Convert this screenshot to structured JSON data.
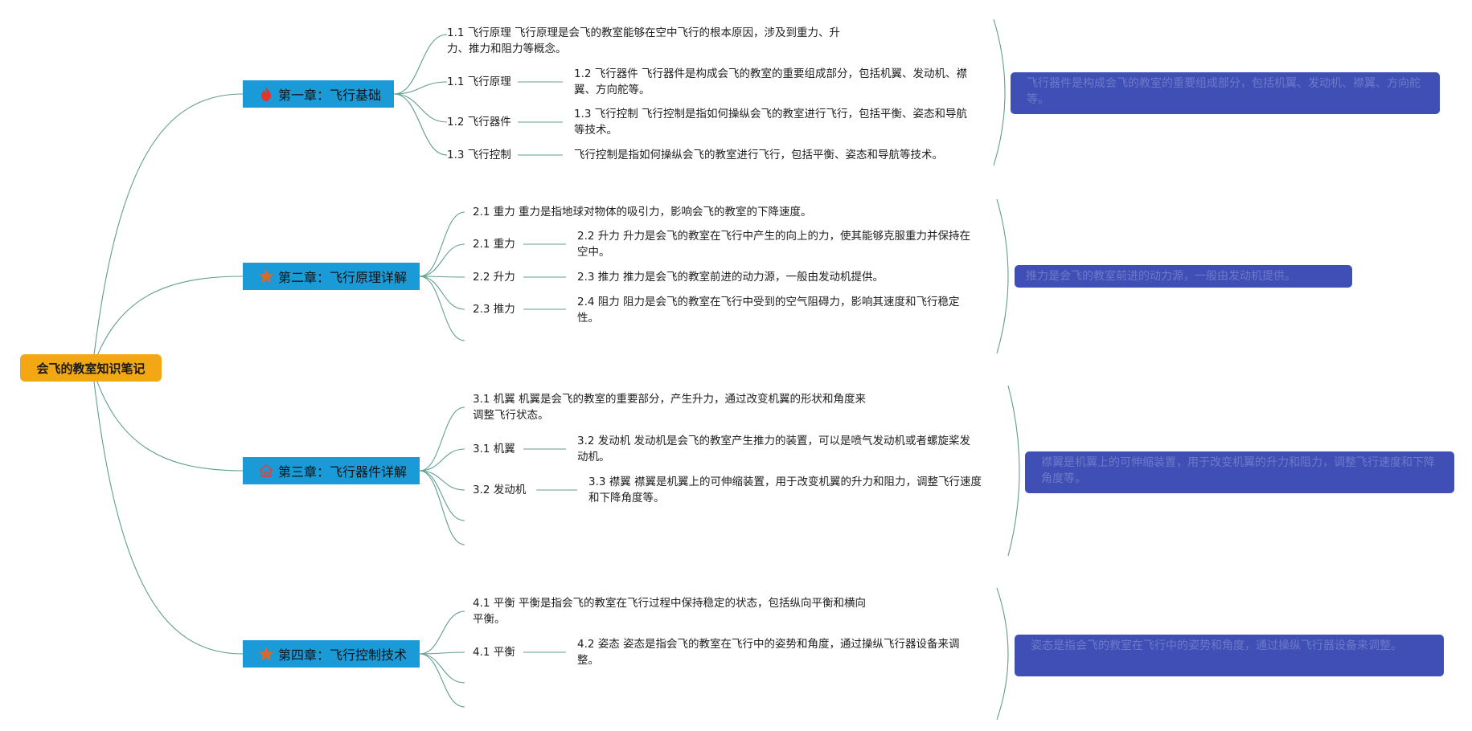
{
  "root": {
    "label": "会飞的教室知识笔记"
  },
  "chapters": [
    {
      "title": "第一章：飞行基础",
      "icon": "flame-icon",
      "topics": [
        "1.1 飞行原理 飞行原理是会飞的教室能够在空中飞行的根本原因，涉及到重力、升力、推力和阻力等概念。",
        "1.1 飞行原理",
        "1.2 飞行器件",
        "1.3 飞行控制"
      ],
      "details": [
        "1.2 飞行器件 飞行器件是构成会飞的教室的重要组成部分，包括机翼、发动机、襟翼、方向舵等。",
        "1.3 飞行控制 飞行控制是指如何操纵会飞的教室进行飞行，包括平衡、姿态和导航等技术。",
        "飞行控制是指如何操纵会飞的教室进行飞行，包括平衡、姿态和导航等技术。"
      ],
      "summary": "飞行器件是构成会飞的教室的重要组成部分，包括机翼、发动机、襟翼、方向舵等。"
    },
    {
      "title": "第二章：飞行原理详解",
      "icon": "star-icon",
      "topics": [
        "2.1 重力 重力是指地球对物体的吸引力，影响会飞的教室的下降速度。",
        "2.1 重力",
        "2.2 升力",
        "2.3 推力"
      ],
      "details": [
        "2.2 升力 升力是会飞的教室在飞行中产生的向上的力，使其能够克服重力并保持在空中。",
        "2.3 推力 推力是会飞的教室前进的动力源，一般由发动机提供。",
        "2.4 阻力 阻力是会飞的教室在飞行中受到的空气阻碍力，影响其速度和飞行稳定性。"
      ],
      "summary": "推力是会飞的教室前进的动力源，一般由发动机提供。"
    },
    {
      "title": "第三章：飞行器件详解",
      "icon": "house-icon",
      "topics": [
        "3.1 机翼 机翼是会飞的教室的重要部分，产生升力，通过改变机翼的形状和角度来调整飞行状态。",
        "3.1 机翼",
        "3.2 发动机"
      ],
      "details": [
        "3.2 发动机 发动机是会飞的教室产生推力的装置，可以是喷气发动机或者螺旋桨发动机。",
        "3.3 襟翼 襟翼是机翼上的可伸缩装置，用于改变机翼的升力和阻力，调整飞行速度和下降角度等。"
      ],
      "summary": "襟翼是机翼上的可伸缩装置，用于改变机翼的升力和阻力，调整飞行速度和下降角度等。"
    },
    {
      "title": "第四章：飞行控制技术",
      "icon": "star-icon",
      "topics": [
        "4.1 平衡 平衡是指会飞的教室在飞行过程中保持稳定的状态，包括纵向平衡和横向平衡。",
        "4.1 平衡"
      ],
      "details": [
        "4.2 姿态 姿态是指会飞的教室在飞行中的姿势和角度，通过操纵飞行器设备来调整。"
      ],
      "summary": "姿态是指会飞的教室在飞行中的姿势和角度，通过操纵飞行器设备来调整。"
    }
  ],
  "colors": {
    "root_bg": "#f3a712",
    "chapter_bg": "#1b9ad8",
    "summary_bg": "#3f4fb5",
    "link": "#5f9e8f",
    "flame": "#e2352b",
    "star": "#d66a2c",
    "house": "#c94a4a"
  }
}
